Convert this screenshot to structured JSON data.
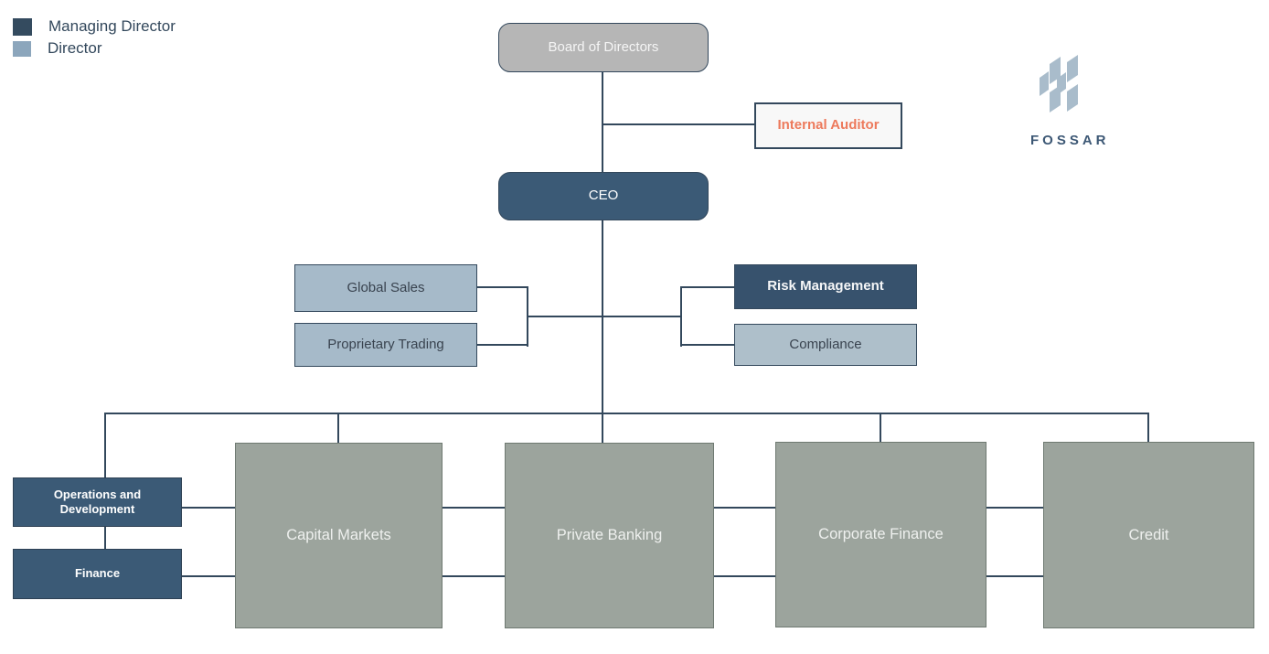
{
  "legend": {
    "items": [
      {
        "label": "Managing Director",
        "color": "#344b5f"
      },
      {
        "label": "Director",
        "color": "#8ca6bc"
      }
    ]
  },
  "logo": {
    "text": "FOSSAR"
  },
  "nodes": {
    "board": {
      "label": "Board of Directors"
    },
    "internal_auditor": {
      "label": "Internal Auditor"
    },
    "ceo": {
      "label": "CEO"
    },
    "global_sales": {
      "label": "Global Sales"
    },
    "proprietary_trading": {
      "label": "Proprietary Trading"
    },
    "risk_management": {
      "label": "Risk Management"
    },
    "compliance": {
      "label": "Compliance"
    },
    "operations_development": {
      "label": "Operations and Development"
    },
    "finance": {
      "label": "Finance"
    },
    "capital_markets": {
      "label": "Capital Markets"
    },
    "private_banking": {
      "label": "Private Banking"
    },
    "corporate_finance": {
      "label": "Corporate Finance"
    },
    "credit": {
      "label": "Credit"
    }
  },
  "colors": {
    "line": "#33485c",
    "managing_director": "#3b5a76",
    "director": "#a6bac9",
    "risk_fill": "#37526d",
    "compliance_fill": "#aebfca",
    "board_fill": "#b6b6b6",
    "division_fill": "#9ca49d",
    "division_border": "#6e7971",
    "auditor_fill": "#f8f8f8",
    "auditor_text": "#ed7a5c",
    "legend_dark": "#344b5f",
    "legend_light": "#8ca6bc",
    "logo_mark": "#a9bccb",
    "logo_text": "#3d5875"
  }
}
